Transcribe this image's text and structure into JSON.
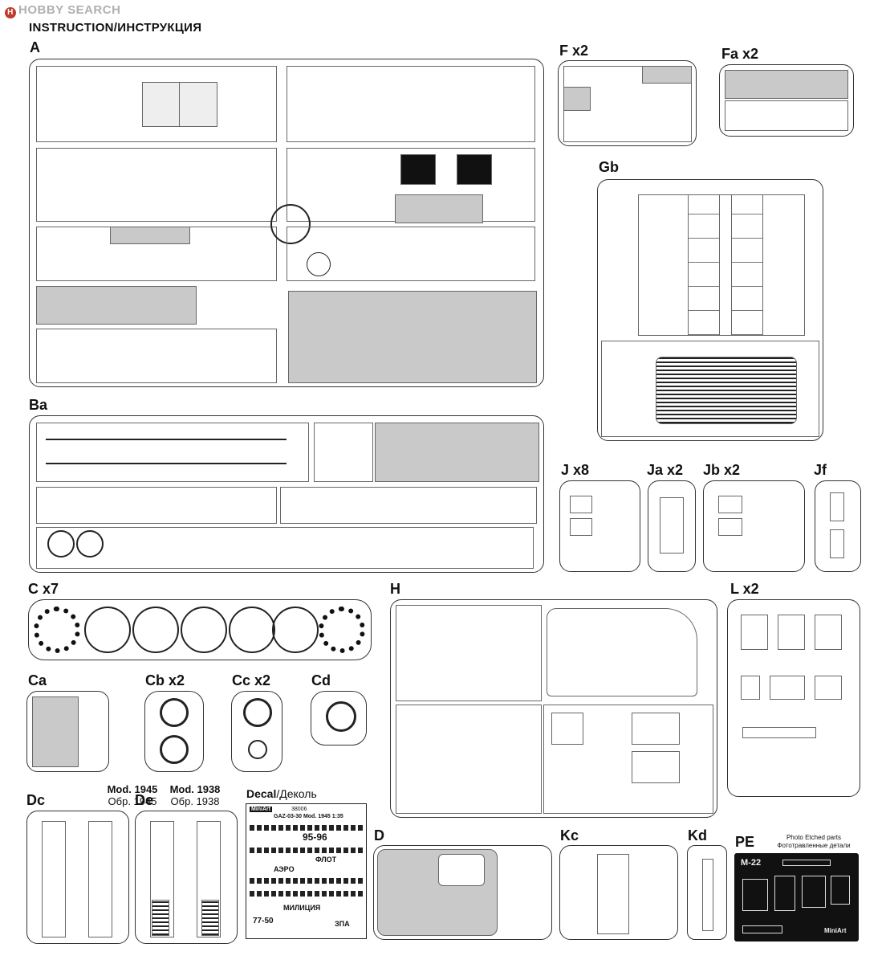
{
  "header": {
    "brand": "HOBBY SEARCH",
    "title": "INSTRUCTION/ИНСТРУКЦИЯ"
  },
  "sprues": {
    "A": "A",
    "F": "F x2",
    "Fa": "Fa x2",
    "Gb": "Gb",
    "Ba": "Ba",
    "J": "J x8",
    "Ja": "Ja x2",
    "Jb": "Jb x2",
    "Jf": "Jf",
    "C": "C x7",
    "H": "H",
    "L": "L x2",
    "Ca": "Ca",
    "Cb": "Cb x2",
    "Cc": "Cc x2",
    "Cd": "Cd",
    "Dc": "Dc",
    "De": "De",
    "D": "D",
    "Kc": "Kc",
    "Kd": "Kd",
    "PE": "PE"
  },
  "mods": {
    "m1945_en": "Mod. 1945",
    "m1945_ru": "Обр. 1945",
    "m1938_en": "Mod. 1938",
    "m1938_ru": "Обр. 1938"
  },
  "decal": {
    "title_en": "Decal",
    "title_ru": "/Деколь",
    "code": "38006",
    "model": "GAZ-03-30 Mod. 1945 1:35",
    "logo": "MiniArt",
    "samples": [
      "95-96",
      "ФЛОТ",
      "АЭРО",
      "МИЛИЦИЯ",
      "77-50",
      "ЗПА"
    ]
  },
  "pe": {
    "note_en": "Photo Etched parts",
    "note_ru": "Фототравленные детали",
    "plate": "M-22",
    "logo": "MiniArt"
  }
}
